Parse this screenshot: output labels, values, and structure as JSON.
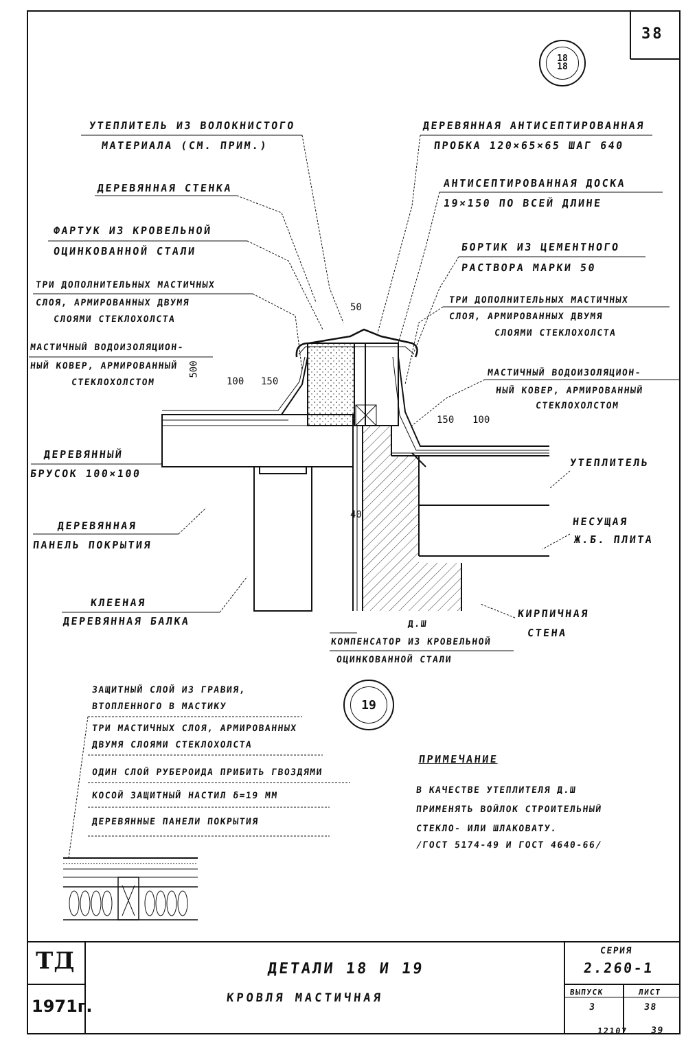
{
  "sheet": {
    "page_number": "38",
    "detail_top_ref": "18\n18",
    "detail_bottom_ref": "19"
  },
  "labels_left": [
    "УТЕПЛИТЕЛЬ ИЗ ВОЛОКНИСТОГО",
    "МАТЕРИАЛА (СМ. ПРИМ.)",
    "ДЕРЕВЯННАЯ СТЕНКА",
    "ФАРТУК ИЗ КРОВЕЛЬНОЙ",
    "ОЦИНКОВАННОЙ СТАЛИ",
    "ТРИ ДОПОЛНИТЕЛЬНЫХ МАСТИЧНЫХ",
    "СЛОЯ, АРМИРОВАННЫХ ДВУМЯ",
    "СЛОЯМИ СТЕКЛОХОЛСТА",
    "МАСТИЧНЫЙ ВОДОИЗОЛЯЦИОН-",
    "НЫЙ КОВЕР, АРМИРОВАННЫЙ",
    "СТЕКЛОХОЛСТОМ",
    "ДЕРЕВЯННЫЙ",
    "БРУСОК 100×100",
    "ДЕРЕВЯННАЯ",
    "ПАНЕЛЬ ПОКРЫТИЯ",
    "КЛЕЕНАЯ",
    "ДЕРЕВЯННАЯ БАЛКА"
  ],
  "labels_right": [
    "ДЕРЕВЯННАЯ АНТИСЕПТИРОВАННАЯ",
    "ПРОБКА 120×65×65 ШАГ 640",
    "АНТИСЕПТИРОВАННАЯ ДОСКА",
    "19×150 ПО ВСЕЙ ДЛИНЕ",
    "БОРТИК ИЗ ЦЕМЕНТНОГО",
    "РАСТВОРА МАРКИ 50",
    "ТРИ ДОПОЛНИТЕЛЬНЫХ МАСТИЧНЫХ",
    "СЛОЯ, АРМИРОВАННЫХ ДВУМЯ",
    "СЛОЯМИ СТЕКЛОХОЛСТА",
    "МАСТИЧНЫЙ ВОДОИЗОЛЯЦИОН-",
    "НЫЙ КОВЕР, АРМИРОВАННЫЙ",
    "СТЕКЛОХОЛСТОМ",
    "УТЕПЛИТЕЛЬ",
    "НЕСУЩАЯ",
    "Ж.Б. ПЛИТА",
    "КИРПИЧНАЯ",
    "СТЕНА"
  ],
  "labels_bottom": [
    "Д.Ш",
    "КОМПЕНСАТОР ИЗ КРОВЕЛЬНОЙ",
    "ОЦИНКОВАННОЙ СТАЛИ"
  ],
  "dimensions": [
    "50",
    "500",
    "100",
    "150",
    "150",
    "100",
    "40"
  ],
  "detail19_labels": [
    "ЗАЩИТНЫЙ СЛОЙ ИЗ ГРАВИЯ,",
    "ВТОПЛЕННОГО В МАСТИКУ",
    "ТРИ МАСТИЧНЫХ СЛОЯ, АРМИРОВАННЫХ",
    "ДВУМЯ СЛОЯМИ СТЕКЛОХОЛСТА",
    "ОДИН СЛОЙ РУБЕРОИДА ПРИБИТЬ ГВОЗДЯМИ",
    "КОСОЙ ЗАЩИТНЫЙ НАСТИЛ δ=19 ММ",
    "ДЕРЕВЯННЫЕ ПАНЕЛИ ПОКРЫТИЯ"
  ],
  "note": {
    "title": "ПРИМЕЧАНИЕ",
    "lines": [
      "В КАЧЕСТВЕ УТЕПЛИТЕЛЯ Д.Ш",
      "ПРИМЕНЯТЬ ВОЙЛОК СТРОИТЕЛЬНЫЙ",
      "СТЕКЛО- ИЛИ ШЛАКОВАТУ.",
      "/ГОСТ 5174-49 И ГОСТ 4640-66/"
    ]
  },
  "title_block": {
    "org": "ТД",
    "year": "1971г.",
    "title": "ДЕТАЛИ 18 И 19",
    "subtitle": "КРОВЛЯ МАСТИЧНАЯ",
    "series_label": "СЕРИЯ",
    "series": "2.260-1",
    "issue_label": "ВЫПУСК",
    "issue": "3",
    "sheet_label": "ЛИСТ",
    "sheet": "38"
  },
  "footer": {
    "left_code": "12107",
    "right_code": "39"
  }
}
